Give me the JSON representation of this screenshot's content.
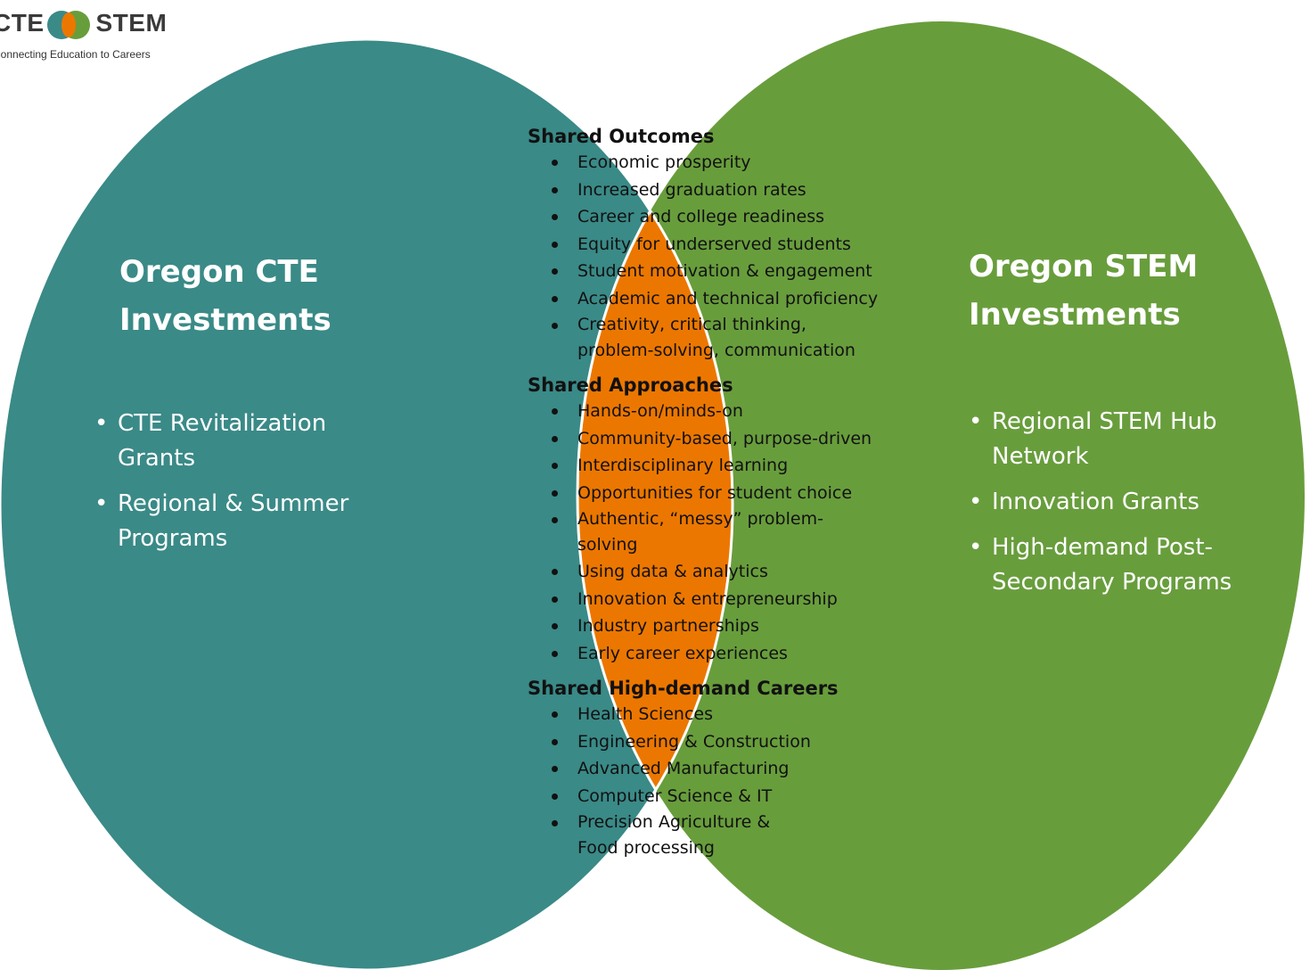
{
  "logo": {
    "line1_left": "CTE",
    "line1_right": "STEM",
    "tagline": "Connecting Education to Careers"
  },
  "colors": {
    "cte_circle": "#3a8a87",
    "stem_circle": "#689d3c",
    "overlap": "#ec7700",
    "text_light": "#ffffff",
    "text_dark": "#111111"
  },
  "left_circle": {
    "title_line1": "Oregon CTE",
    "title_line2": "Investments",
    "items": [
      {
        "text": "CTE Revitalization Grants"
      },
      {
        "text": "Regional & Summer Programs"
      }
    ]
  },
  "right_circle": {
    "title_line1": "Oregon STEM",
    "title_line2": "Investments",
    "items": [
      {
        "text": "Regional STEM Hub Network"
      },
      {
        "text": "Innovation Grants"
      },
      {
        "text": "High-demand Post-Secondary Programs"
      }
    ]
  },
  "overlap": {
    "outcomes": {
      "title": "Shared Outcomes",
      "items": [
        {
          "text": "Economic prosperity"
        },
        {
          "text": "Increased graduation rates"
        },
        {
          "text": "Career and college readiness"
        },
        {
          "text": "Equity for underserved students"
        },
        {
          "text": "Student motivation & engagement"
        },
        {
          "text": "Academic and technical proficiency"
        },
        {
          "text": "Creativity, critical thinking,",
          "cont": "problem-solving, communication"
        }
      ]
    },
    "approaches": {
      "title": "Shared Approaches",
      "items": [
        {
          "text": "Hands-on/minds-on"
        },
        {
          "text": "Community-based, purpose-driven"
        },
        {
          "text": "Interdisciplinary learning"
        },
        {
          "text": "Opportunities for student choice"
        },
        {
          "text": "Authentic, “messy” problem-",
          "cont": "solving"
        },
        {
          "text": "Using data & analytics"
        },
        {
          "text": "Innovation & entrepreneurship"
        },
        {
          "text": "Industry partnerships"
        },
        {
          "text": "Early career experiences"
        }
      ]
    },
    "careers": {
      "title": "Shared High-demand Careers",
      "items": [
        {
          "text": "Health Sciences"
        },
        {
          "text": "Engineering & Construction"
        },
        {
          "text": "Advanced Manufacturing"
        },
        {
          "text": "Computer Science & IT"
        },
        {
          "text": "Precision Agriculture &",
          "cont": "Food processing"
        }
      ]
    }
  }
}
